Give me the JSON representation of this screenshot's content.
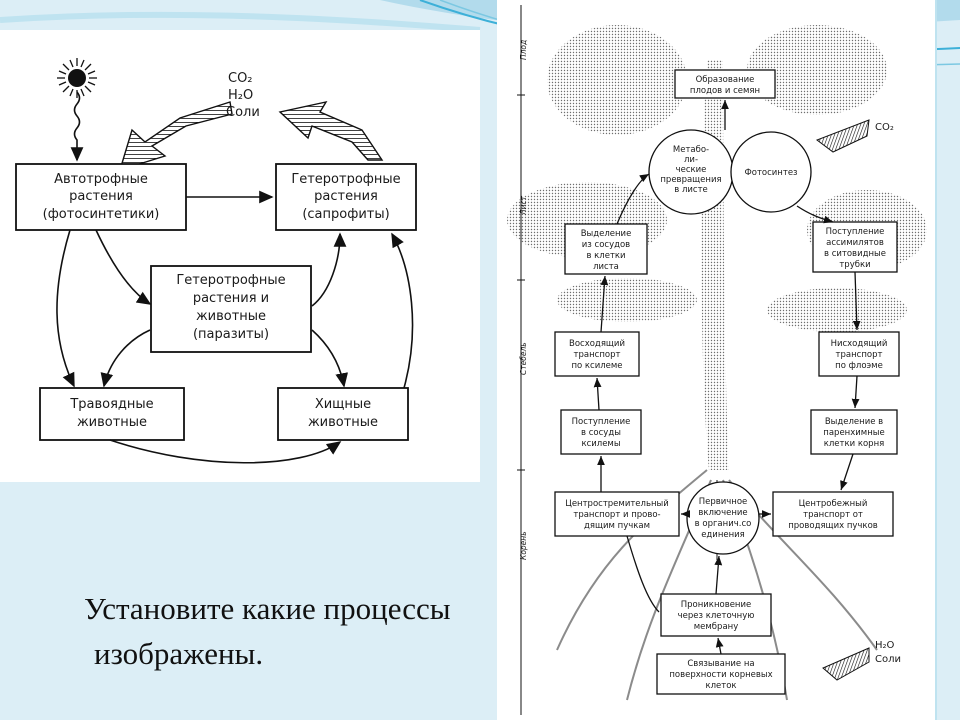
{
  "colors": {
    "accent": "#3db0d8",
    "background": "#dceef6",
    "ink": "#1a1a1a"
  },
  "left_diagram": {
    "inputs": {
      "co2": "CO₂",
      "h2o": "H₂O",
      "salts": "Соли"
    },
    "nodes": {
      "autotrophs": [
        "Автотрофные",
        "растения",
        "(фотосинтетики)"
      ],
      "saprophytes": [
        "Гетеротрофные",
        "растения",
        "(сапрофиты)"
      ],
      "parasites": [
        "Гетеротрофные",
        "растения и",
        "животные",
        "(паразиты)"
      ],
      "herbivores": [
        "Травоядные",
        "животные"
      ],
      "predators": [
        "Хищные",
        "животные"
      ]
    }
  },
  "right_diagram": {
    "axis": {
      "fruit": "Плод",
      "leaf": "Лист",
      "stem": "Стебель",
      "root": "Корень"
    },
    "inputs": {
      "co2": "CO₂",
      "h2o": "H₂O",
      "salts": "Соли"
    },
    "nodes": {
      "fruit_formation": [
        "Образование",
        "плодов и семян"
      ],
      "metabolism": [
        "Метабо-",
        "ли-",
        "ческие",
        "превращения",
        "в листе"
      ],
      "photosynthesis": [
        "Фотосинтез"
      ],
      "xylem_exit": [
        "Выделение",
        "из сосудов",
        "в клетки",
        "листа"
      ],
      "sieve_entry": [
        "Поступление",
        "ассимилятов",
        "в ситовидные",
        "трубки"
      ],
      "ascending": [
        "Восходящий",
        "транспорт",
        "по ксилеме"
      ],
      "descending": [
        "Нисходящий",
        "транспорт",
        "по флоэме"
      ],
      "xylem_entry": [
        "Поступление",
        "в сосуды",
        "ксилемы"
      ],
      "parenchyma": [
        "Выделение в",
        "паренхимные",
        "клетки корня"
      ],
      "centripetal": [
        "Центростремительный",
        "транспорт и прово-",
        "дящим пучкам"
      ],
      "primary": [
        "Первичное",
        "включение",
        "в органич.со",
        "единения"
      ],
      "centrifugal": [
        "Центробежный",
        "транспорт от",
        "проводящих пучков"
      ],
      "penetration": [
        "Проникновение",
        "через клеточную",
        "мембрану"
      ],
      "binding": [
        "Связывание на",
        "поверхности корневых",
        "клеток"
      ]
    }
  },
  "caption": {
    "line1": "Установите какие процессы",
    "line2": "изображены."
  }
}
